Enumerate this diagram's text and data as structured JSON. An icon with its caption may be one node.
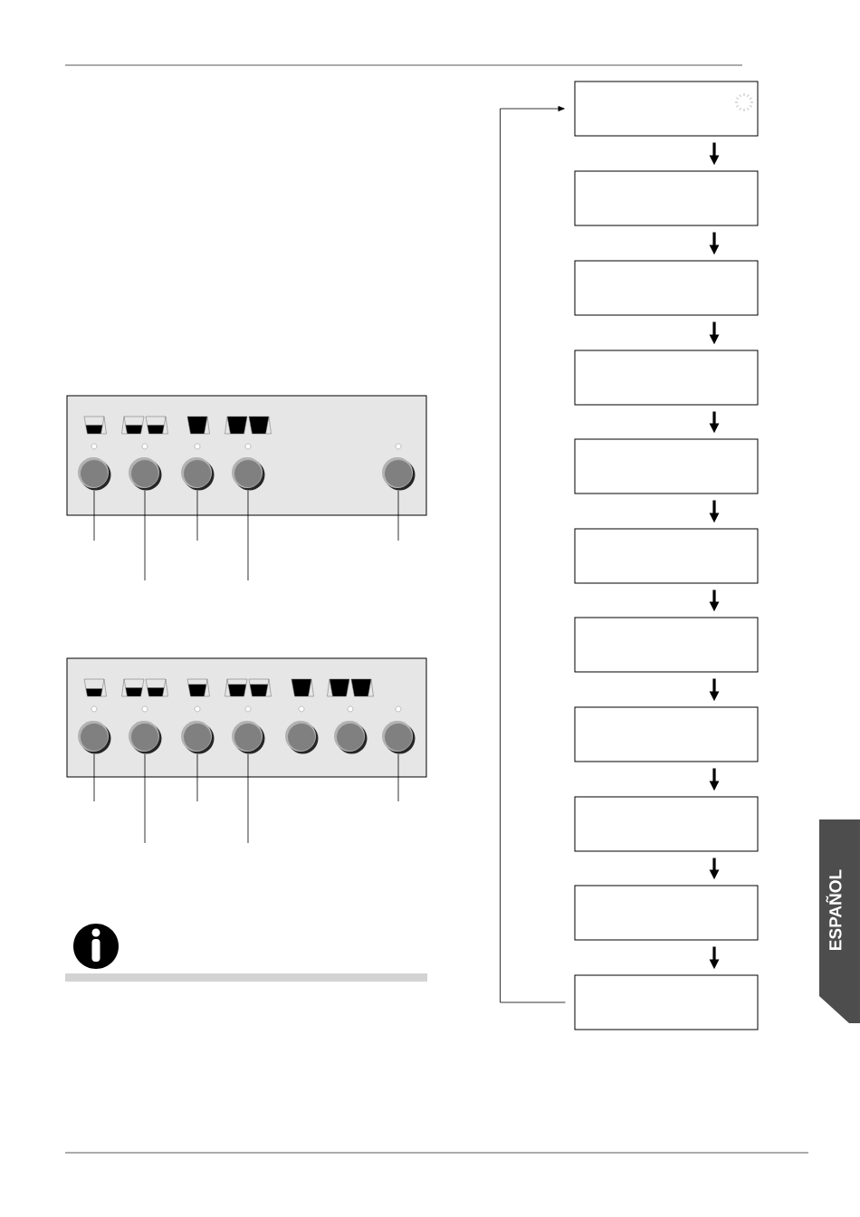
{
  "diagram": {
    "nodes": [
      {
        "text": [],
        "shape": "box"
      },
      {
        "text": [],
        "shape": "circle",
        "in": 0
      },
      {
        "text": [],
        "shape": "circle",
        "in": 0
      },
      {
        "text": [],
        "shape": "circle",
        "in": 0
      },
      {
        "text": [],
        "shape": "circle",
        "in": 0
      },
      {
        "text": [],
        "shape": "circle",
        "in": 0
      },
      {
        "text": [],
        "shape": "box"
      },
      {
        "text": [],
        "shape": "circle",
        "in": 6
      },
      {
        "text": [],
        "shape": "circle",
        "in": 6
      },
      {
        "text": [],
        "shape": "circle",
        "in": 6
      },
      {
        "text": [],
        "shape": "circle",
        "in": 6
      },
      {
        "text": [],
        "shape": "circle",
        "in": 6
      },
      {
        "text": [],
        "shape": "circle",
        "in": 6
      },
      {
        "text": [],
        "shape": "circle",
        "in": 6
      },
      {
        "text": [],
        "shape": "box"
      },
      {
        "text": [],
        "shape": "box"
      },
      {
        "text": [],
        "shape": "box"
      },
      {
        "text": [],
        "shape": "box"
      },
      {
        "text": [],
        "shape": "box"
      },
      {
        "text": [],
        "shape": "box"
      },
      {
        "text": [],
        "shape": "box"
      },
      {
        "text": [],
        "shape": "box"
      },
      {
        "text": [],
        "shape": "box"
      },
      {
        "text": [],
        "shape": "box"
      },
      {
        "text": [],
        "shape": "box"
      },
      {
        "text": [
          "ESPAÑOL"
        ]
      }
    ],
    "edges": [
      {
        "from": null,
        "to": 1,
        "arrow": "none"
      },
      {
        "from": null,
        "to": 2,
        "arrow": "none"
      },
      {
        "from": null,
        "to": 3,
        "arrow": "none"
      },
      {
        "from": null,
        "to": 4,
        "arrow": "none"
      },
      {
        "from": null,
        "to": 5,
        "arrow": "none"
      },
      {
        "from": null,
        "to": 7,
        "arrow": "none"
      },
      {
        "from": null,
        "to": 8,
        "arrow": "none"
      },
      {
        "from": null,
        "to": 9,
        "arrow": "none"
      },
      {
        "from": null,
        "to": 10,
        "arrow": "none"
      },
      {
        "from": null,
        "to": 13,
        "arrow": "none"
      },
      {
        "from": 14,
        "to": 15,
        "arrow": "to",
        "style": "thick"
      },
      {
        "from": 15,
        "to": 16,
        "arrow": "to",
        "style": "thick"
      },
      {
        "from": 16,
        "to": 17,
        "arrow": "to",
        "style": "thick"
      },
      {
        "from": 17,
        "to": 18,
        "arrow": "to",
        "style": "thick"
      },
      {
        "from": 18,
        "to": 19,
        "arrow": "to",
        "style": "thick"
      },
      {
        "from": 19,
        "to": 20,
        "arrow": "to",
        "style": "thick"
      },
      {
        "from": 20,
        "to": 21,
        "arrow": "to",
        "style": "thick"
      },
      {
        "from": 21,
        "to": 22,
        "arrow": "to",
        "style": "thick"
      },
      {
        "from": 22,
        "to": 23,
        "arrow": "to",
        "style": "thick"
      },
      {
        "from": 23,
        "to": 24,
        "arrow": "to",
        "style": "thick"
      },
      {
        "from": 24,
        "to": 14,
        "arrow": "to"
      }
    ]
  }
}
